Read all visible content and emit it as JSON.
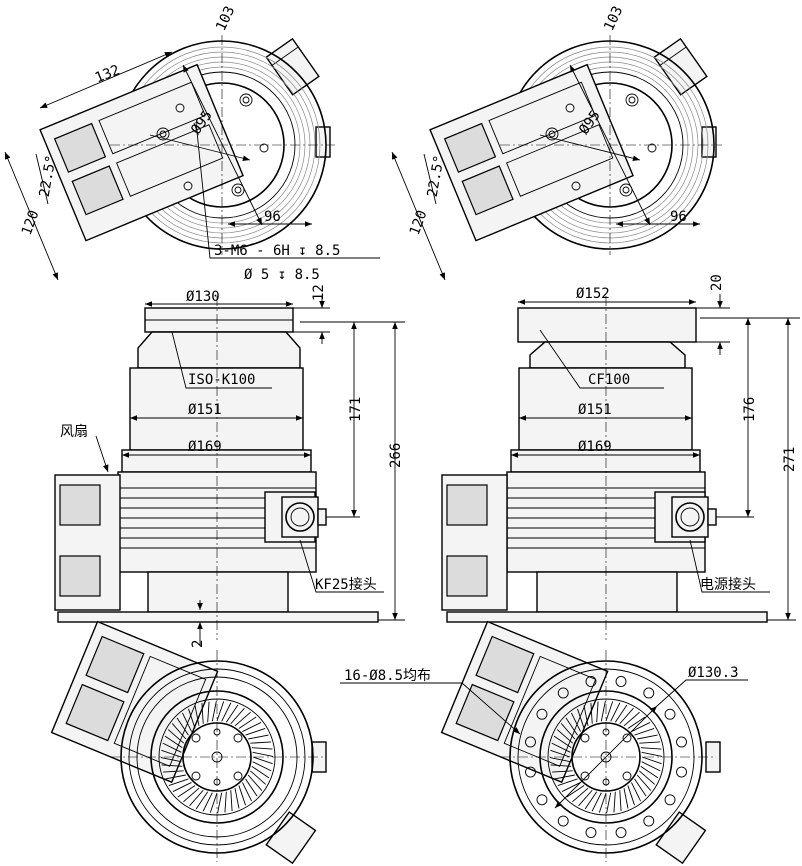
{
  "top_left": {
    "dim_103": "103",
    "dim_132": "132",
    "dim_95": "Ø95",
    "dim_22_5": "22.5°",
    "dim_120": "120",
    "dim_96": "96",
    "thread_note_1": "3-M6 - 6H ↧ 8.5",
    "thread_note_2": "Ø 5 ↧ 8.5"
  },
  "top_right": {
    "dim_103": "103",
    "dim_95": "Ø95",
    "dim_22_5": "22.5°",
    "dim_120": "120",
    "dim_96": "96"
  },
  "side_left": {
    "dim_130": "Ø130",
    "dim_12": "12",
    "flange_label": "ISO-K100",
    "dim_151": "Ø151",
    "dim_169": "Ø169",
    "dim_171": "171",
    "dim_266": "266",
    "fan_label": "风扇",
    "port_label": "KF25接头",
    "dim_2": "2"
  },
  "side_right": {
    "dim_152": "Ø152",
    "dim_20": "20",
    "flange_label": "CF100",
    "dim_151": "Ø151",
    "dim_169": "Ø169",
    "dim_176": "176",
    "dim_271": "271",
    "port_label": "电源接头"
  },
  "bottom_right": {
    "holes_label": "16-Ø8.5均布",
    "dim_130_3": "Ø130.3"
  }
}
